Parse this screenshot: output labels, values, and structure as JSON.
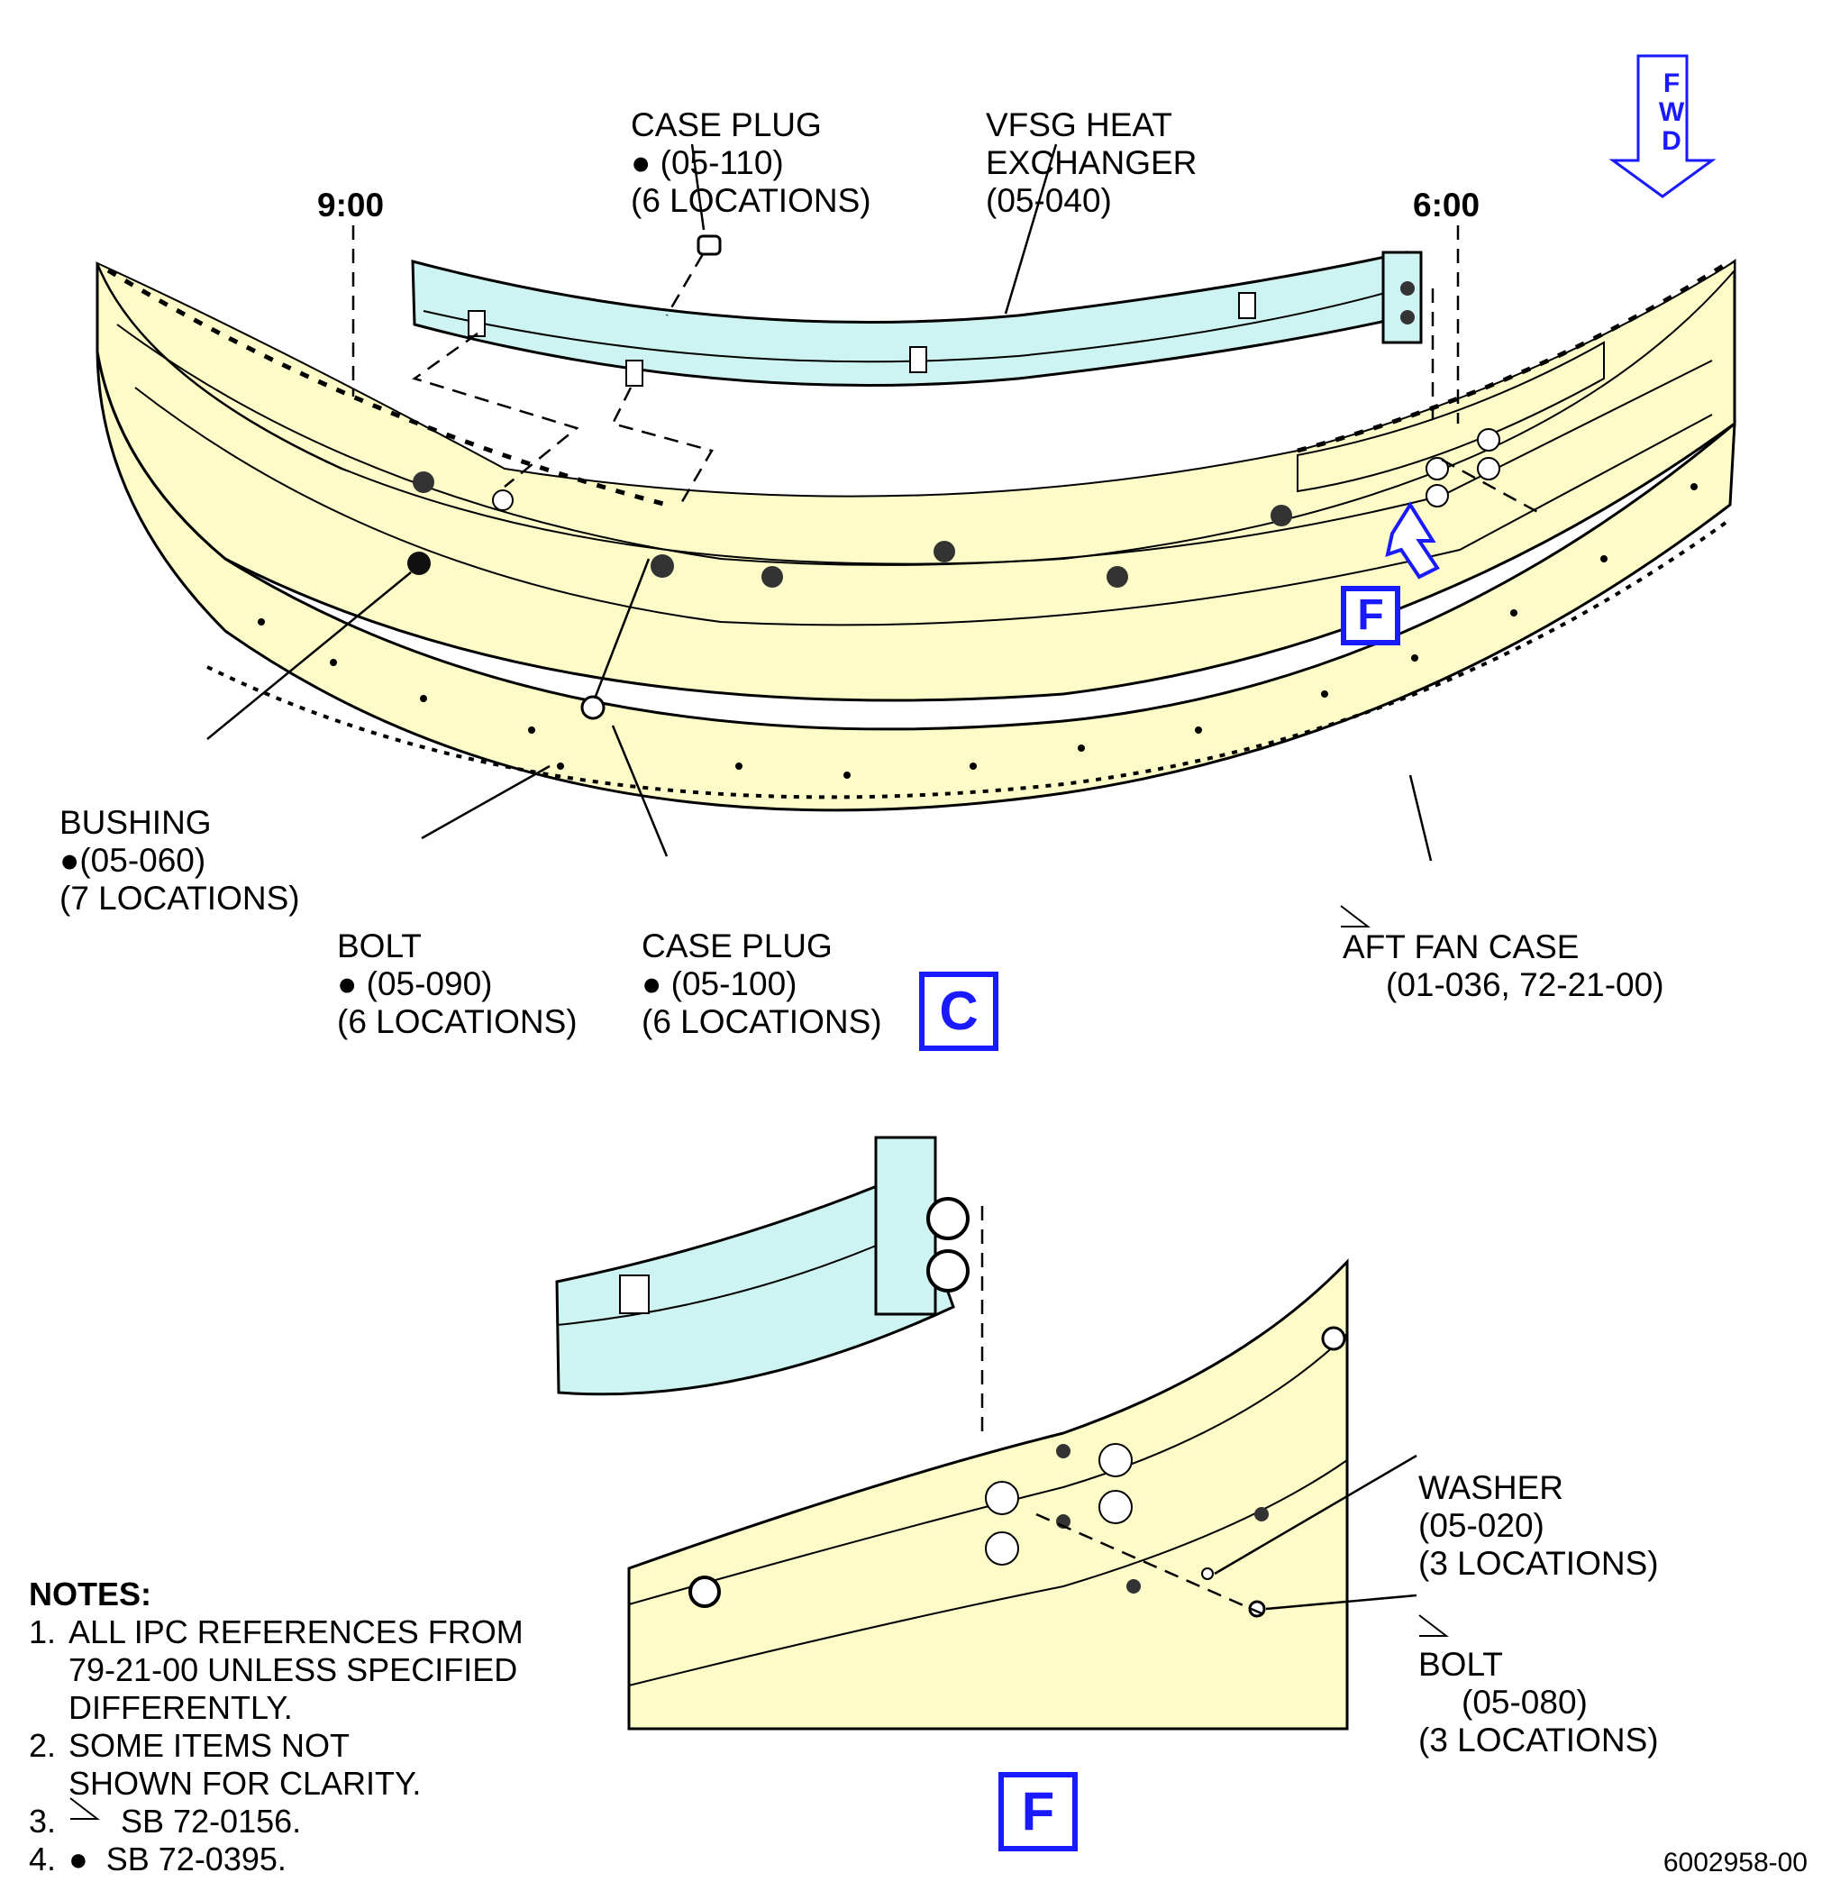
{
  "view_c": {
    "box_label": "C",
    "clock_9": "9:00",
    "clock_6": "6:00",
    "case_plug_top": {
      "line1": "CASE PLUG",
      "line2": "● (05-110)",
      "line3": "(6 LOCATIONS)"
    },
    "heat_exchanger": {
      "line1": "VFSG HEAT",
      "line2": "EXCHANGER",
      "line3": "(05-040)"
    },
    "bushing": {
      "line1": "BUSHING",
      "line2": "●(05-060)",
      "line3": "(7 LOCATIONS)"
    },
    "bolt": {
      "line1": "BOLT",
      "line2": "● (05-090)",
      "line3": "(6 LOCATIONS)"
    },
    "case_plug_bottom": {
      "line1": "CASE PLUG",
      "line2": "● (05-100)",
      "line3": "(6 LOCATIONS)"
    },
    "aft_fan_case": {
      "line1": "AFT FAN CASE",
      "line2": "(01-036, 72-21-00)"
    },
    "detail_ref": "F"
  },
  "view_f": {
    "box_label": "F",
    "washer": {
      "line1": "WASHER",
      "line2": "(05-020)",
      "line3": "(3 LOCATIONS)"
    },
    "bolt": {
      "line1": "BOLT",
      "line2": "(05-080)",
      "line3": "(3 LOCATIONS)"
    }
  },
  "fwd_arrow": {
    "letters": [
      "F",
      "W",
      "D"
    ]
  },
  "notes": {
    "title": "NOTES:",
    "items": [
      {
        "num": "1.",
        "text": "ALL IPC REFERENCES FROM\n79-21-00 UNLESS SPECIFIED\nDIFFERENTLY."
      },
      {
        "num": "2.",
        "text": "SOME ITEMS NOT\nSHOWN FOR CLARITY."
      },
      {
        "num": "3.",
        "text": "SB 72-0156."
      },
      {
        "num": "4.",
        "text": "●  SB 72-0395."
      }
    ]
  },
  "document_number": "6002958-00",
  "colors": {
    "case_fill": "#fdfcc8",
    "exchanger_fill": "#cdf3f3",
    "callout_blue": "#1a1aff"
  }
}
